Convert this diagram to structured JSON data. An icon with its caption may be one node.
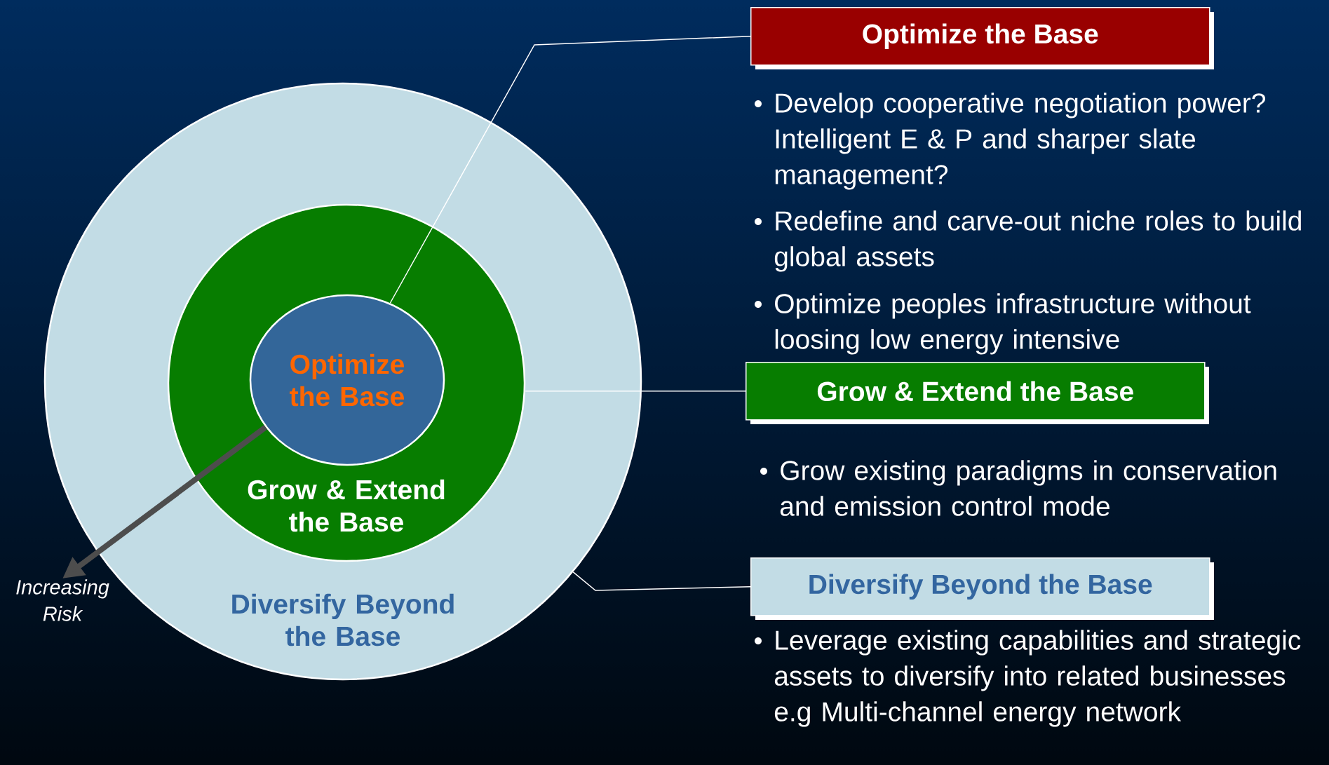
{
  "diagram": {
    "nodes": [
      {
        "text": [
          "Diversify Beyond the Base"
        ]
      },
      {
        "text": [
          "Grow & Extend the Base"
        ],
        "in": 0
      },
      {
        "text": [
          "Optimize the Base"
        ],
        "in": 1
      },
      {
        "text": [
          "Optimize the Base"
        ],
        "beside": [
          "Develop cooperative negotiation power? Intelligent E & P and sharper slate management?",
          "Redefine and carve-out niche roles to build global assets"
        ]
      },
      {
        "text": [
          "Grow & Extend the Base"
        ],
        "beside": [
          "Grow existing paradigms in conservation and emission control mode"
        ]
      },
      {
        "text": [
          "Diversify Beyond the Base"
        ],
        "beside": [
          "Leverage existing capabilities and strategic assets to diversify into related businesses e.g Multi-channel energy network"
        ]
      },
      {
        "text": [
          "Increasing Risk"
        ]
      }
    ],
    "edges": [
      {
        "from": 3,
        "to": 2,
        "arrow": "none"
      },
      {
        "from": 4,
        "to": 1,
        "arrow": "none"
      },
      {
        "from": 5,
        "to": 0,
        "arrow": "none"
      },
      {
        "from": 2,
        "to": 6,
        "arrow": "to",
        "style": "thick",
        "color": "#4d4d4d"
      }
    ],
    "labels": [
      "Optimize peoples infrastructure without loosing low energy intensive"
    ]
  }
}
